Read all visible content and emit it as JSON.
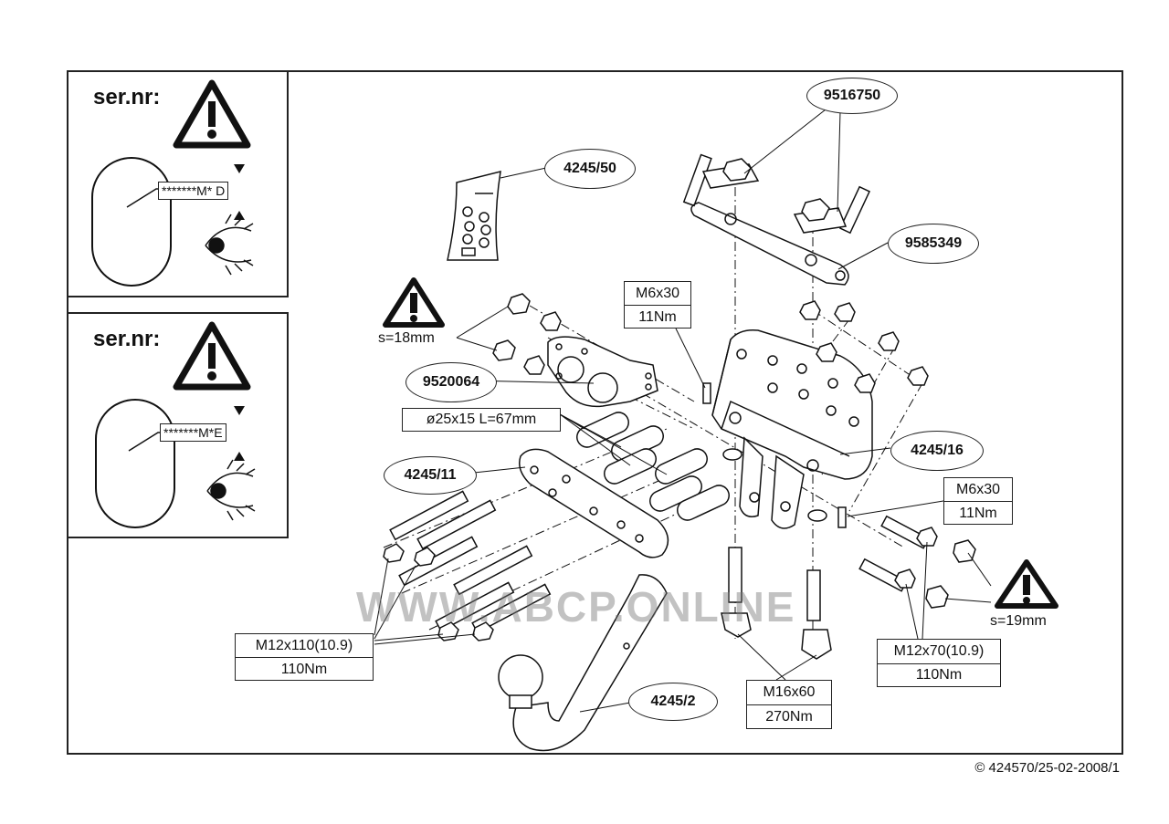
{
  "panels": [
    {
      "heading": "ser.nr:",
      "code": "*******M* D"
    },
    {
      "heading": "ser.nr:",
      "code": "*******M*E"
    }
  ],
  "parts": {
    "p9516750": "9516750",
    "p424550": "4245/50",
    "p9585349": "9585349",
    "p9520064": "9520064",
    "p424511": "4245/11",
    "p424516": "4245/16",
    "p42452": "4245/2"
  },
  "specs": {
    "bolt_m6_top": {
      "size": "M6x30",
      "torque": "11Nm"
    },
    "bolt_m6_right": {
      "size": "M6x30",
      "torque": "11Nm"
    },
    "bolt_m12x110": {
      "size": "M12x110(10.9)",
      "torque": "110Nm"
    },
    "bolt_m16": {
      "size": "M16x60",
      "torque": "270Nm"
    },
    "bolt_m12x70": {
      "size": "M12x70(10.9)",
      "torque": "110Nm"
    },
    "spacer": "ø25x15 L=67mm",
    "wrench_left": "s=18mm",
    "wrench_right": "s=19mm"
  },
  "watermark": "WWW.ABCP.ONLINE",
  "copyright": "© 424570/25-02-2008/1"
}
